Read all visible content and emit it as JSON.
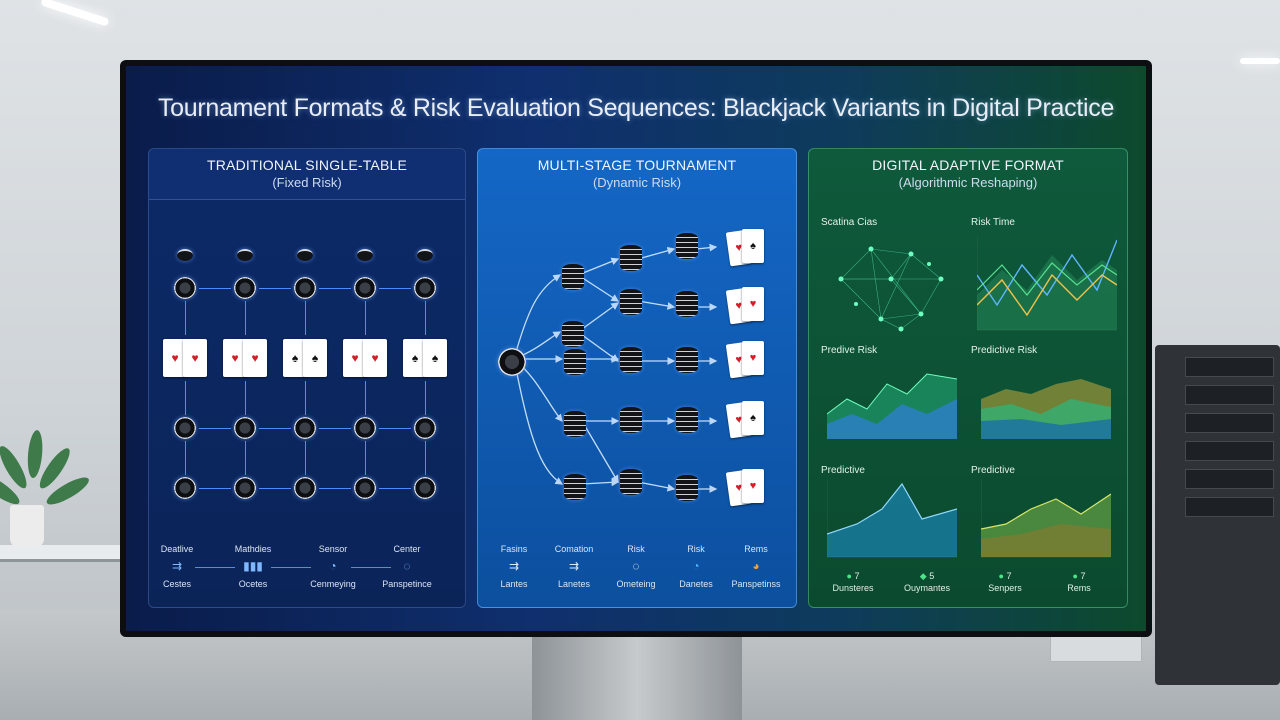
{
  "title": "Tournament Formats & Risk Evaluation Sequences: Blackjack Variants in Digital Practice",
  "panels": {
    "traditional": {
      "heading": "TRADITIONAL SINGLE-TABLE",
      "subheading": "(Fixed Risk)",
      "cards": [
        "♥",
        "♥",
        "♠",
        "♥",
        "♠"
      ],
      "legend": [
        {
          "top": "Deatlive",
          "bottom": "Cestes"
        },
        {
          "top": "Mathdies",
          "bottom": "Ocetes"
        },
        {
          "top": "Sensor",
          "bottom": "Cenmeying"
        },
        {
          "top": "Center",
          "bottom": "Panspetince"
        }
      ]
    },
    "multistage": {
      "heading": "MULTI-STAGE TOURNAMENT",
      "subheading": "(Dynamic Risk)",
      "legend": [
        {
          "top": "Fasins",
          "bottom": "Lantes"
        },
        {
          "top": "Comation",
          "bottom": "Lanetes"
        },
        {
          "top": "Risk",
          "bottom": "Ometeing"
        },
        {
          "top": "Risk",
          "bottom": "Danetes"
        },
        {
          "top": "Rems",
          "bottom": "Panspetinss"
        }
      ]
    },
    "adaptive": {
      "heading": "DIGITAL ADAPTIVE FORMAT",
      "subheading": "(Algorithmic Reshaping)",
      "charts": [
        {
          "label": "Scatina Cias"
        },
        {
          "label": "Risk Time"
        },
        {
          "label": "Predive Risk"
        },
        {
          "label": "Predictive Risk"
        },
        {
          "label": "Predictive"
        },
        {
          "label": "Predictive"
        }
      ],
      "legend": [
        {
          "top": "7",
          "bottom": "Dunsteres"
        },
        {
          "top": "5",
          "bottom": "Ouymantes"
        },
        {
          "top": "7",
          "bottom": "Senpers"
        },
        {
          "top": "7",
          "bottom": "Rems"
        }
      ]
    }
  },
  "colors": {
    "accent_blue": "#4d8cff",
    "accent_green": "#4fe08a",
    "accent_orange": "#f0a23a"
  }
}
